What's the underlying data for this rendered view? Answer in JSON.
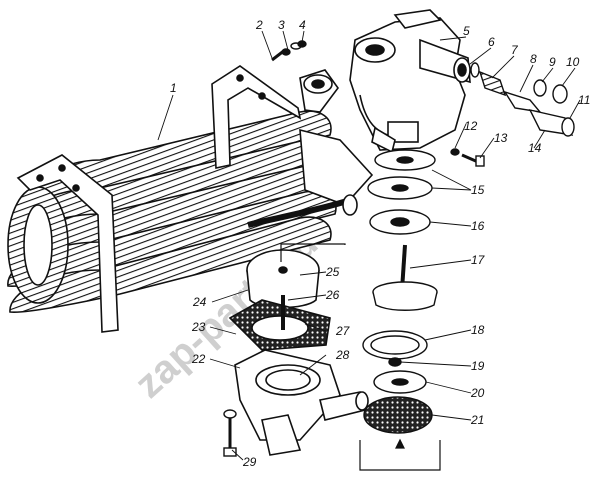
{
  "watermark": "zap-parts.ru",
  "callouts": [
    {
      "id": "1",
      "text": "1"
    },
    {
      "id": "2",
      "text": "2"
    },
    {
      "id": "3",
      "text": "3"
    },
    {
      "id": "4",
      "text": "4"
    },
    {
      "id": "5",
      "text": "5"
    },
    {
      "id": "6",
      "text": "6"
    },
    {
      "id": "7",
      "text": "7"
    },
    {
      "id": "8",
      "text": "8"
    },
    {
      "id": "9",
      "text": "9"
    },
    {
      "id": "10",
      "text": "10"
    },
    {
      "id": "11",
      "text": "11"
    },
    {
      "id": "12",
      "text": "12"
    },
    {
      "id": "13",
      "text": "13"
    },
    {
      "id": "14",
      "text": "14"
    },
    {
      "id": "15",
      "text": "15"
    },
    {
      "id": "16",
      "text": "16"
    },
    {
      "id": "17",
      "text": "17"
    },
    {
      "id": "18",
      "text": "18"
    },
    {
      "id": "19",
      "text": "19"
    },
    {
      "id": "20",
      "text": "20"
    },
    {
      "id": "21",
      "text": "21"
    },
    {
      "id": "22",
      "text": "22"
    },
    {
      "id": "23",
      "text": "23"
    },
    {
      "id": "24",
      "text": "24"
    },
    {
      "id": "25",
      "text": "25"
    },
    {
      "id": "26",
      "text": "26"
    },
    {
      "id": "27",
      "text": "27"
    },
    {
      "id": "28",
      "text": "28"
    },
    {
      "id": "29",
      "text": "29"
    }
  ]
}
